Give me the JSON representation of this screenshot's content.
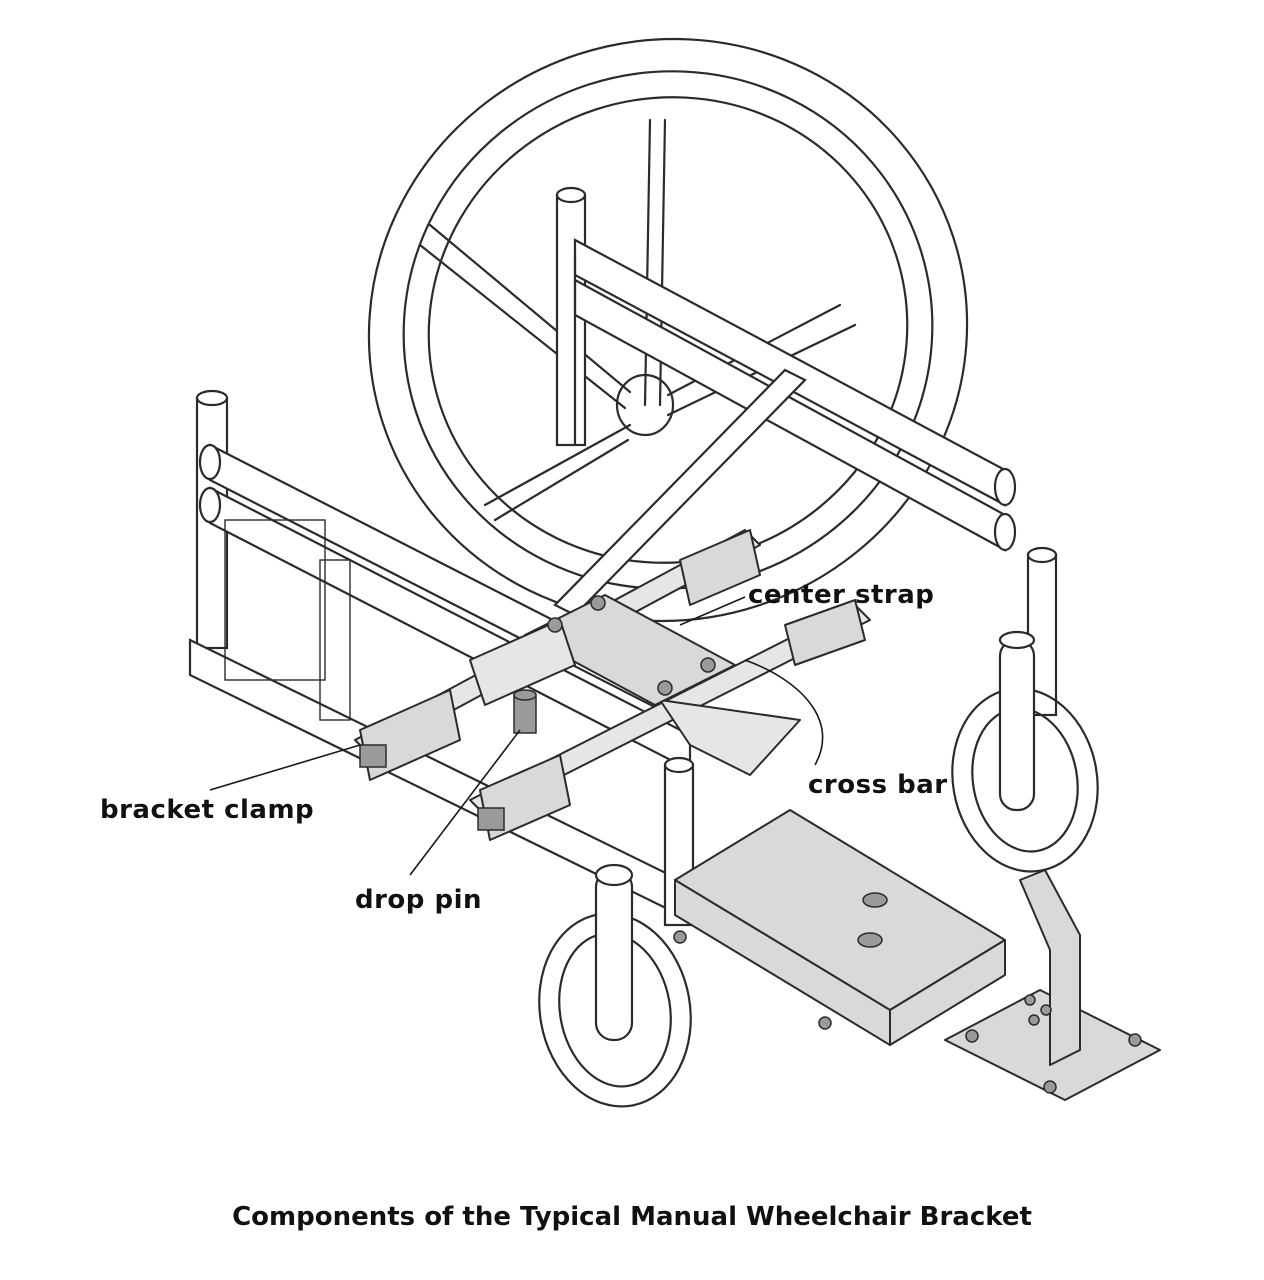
{
  "labels": {
    "center_strap": "center strap",
    "cross_bar": "cross bar",
    "bracket_clamp": "bracket clamp",
    "drop_pin": "drop pin"
  },
  "caption": "Components of the Typical Manual Wheelchair Bracket"
}
